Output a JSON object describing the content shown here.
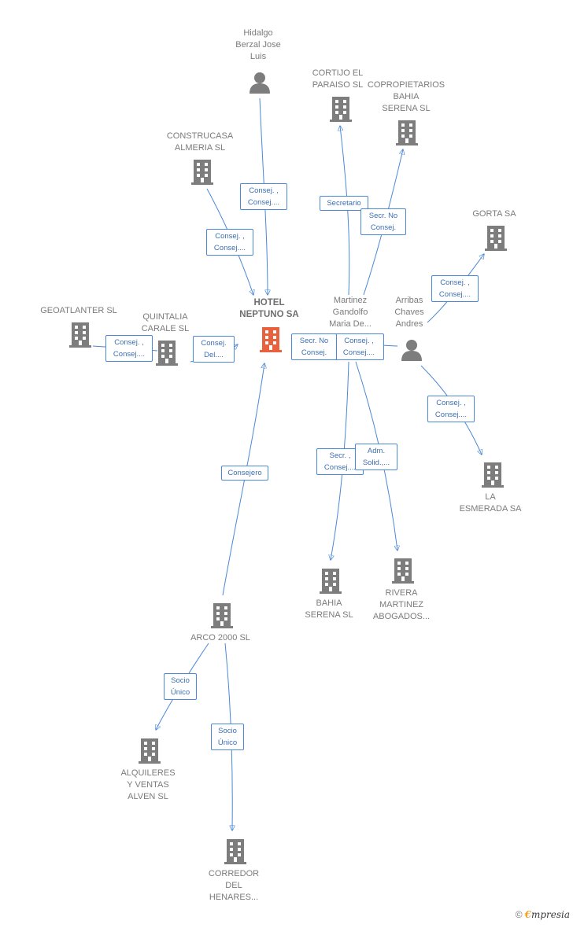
{
  "nodes": {
    "hotel": "HOTEL\nNEPTUNO SA",
    "hidalgo": "Hidalgo\nBerzal Jose\nLuis",
    "construcasa": "CONSTRUCASA\nALMERIA  SL",
    "cortijo": "CORTIJO EL\nPARAISO SL",
    "copropietarios": "COPROPIETARIOS\nBAHIA\nSERENA SL",
    "gorta": "GORTA SA",
    "geoatlanter": "GEOATLANTER SL",
    "quintalia": "QUINTALIA\nCARALE  SL",
    "martinez": "Martinez\nGandolfo\nMaria De...",
    "arribas": "Arribas\nChaves\nAndres",
    "la_esmerada": "LA\nESMERADA SA",
    "bahia_serena": "BAHIA\nSERENA SL",
    "rivera": "RIVERA\nMARTINEZ\nABOGADOS...",
    "arco": "ARCO 2000 SL",
    "alquileres": "ALQUILERES\nY VENTAS\nALVEN SL",
    "corredor": "CORREDOR\nDEL\nHENARES..."
  },
  "relations": {
    "hidalgo_hotel": "Consej. ,\nConsej....",
    "construcasa_hotel": "Consej. ,\nConsej....",
    "martinez_cortijo": "Secretario",
    "martinez_copropietarios": "Secr.  No\nConsej.",
    "arribas_gorta": "Consej. ,\nConsej....",
    "geoatlanter_quintalia": "Consej. ,\nConsej....",
    "quintalia_hotel": "Consej.\nDel....",
    "martinez_hotel": "Secr.  No\nConsej.",
    "arribas_hotel": "Consej. ,\nConsej....",
    "arribas_esmerada": "Consej. ,\nConsej....",
    "martinez_bahia": "Secr. ,\nConsej....",
    "martinez_rivera": "Adm.\nSolid.,...",
    "arco_hotel": "Consejero",
    "arco_alquileres": "Socio\nÚnico",
    "arco_corredor": "Socio\nÚnico"
  },
  "footer": {
    "copyright": "©",
    "brand_initial": "€",
    "brand_rest": "mpresia"
  },
  "colors": {
    "link": "#4a88d8",
    "icon": "#7d7d7d",
    "main_icon": "#e8603c"
  }
}
